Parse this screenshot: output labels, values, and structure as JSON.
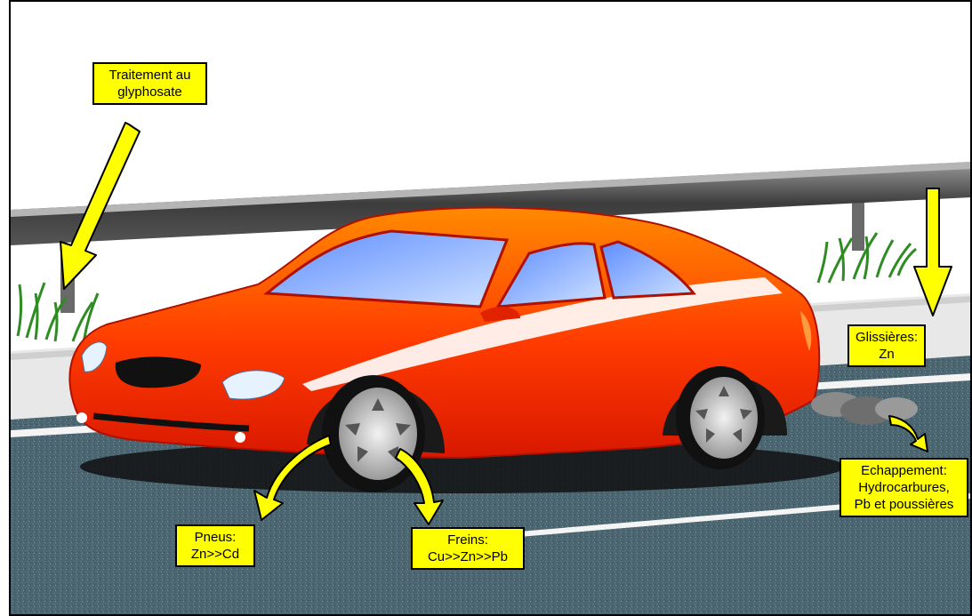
{
  "labels": {
    "glyphosate": {
      "line1": "Traitement au",
      "line2": "glyphosate"
    },
    "glissieres": {
      "line1": "Glissières:",
      "line2": "Zn"
    },
    "pneus": {
      "line1": "Pneus:",
      "line2": "Zn>>Cd"
    },
    "freins": {
      "line1": "Freins:",
      "line2": "Cu>>Zn>>Pb"
    },
    "echappement": {
      "line1": "Echappement:",
      "line2": "Hydrocarbures,",
      "line3": "Pb et poussières"
    }
  },
  "colors": {
    "label_bg": "#ffff00",
    "arrow": "#ffff00",
    "car_body": "#ff3300",
    "asphalt": "#4a6470",
    "guardrail": "#5a5a5a",
    "grass": "#3a8a2a"
  },
  "icons": {
    "arrow": "pointer-arrow",
    "grass": "grass-tuft",
    "smoke": "exhaust-smoke"
  }
}
